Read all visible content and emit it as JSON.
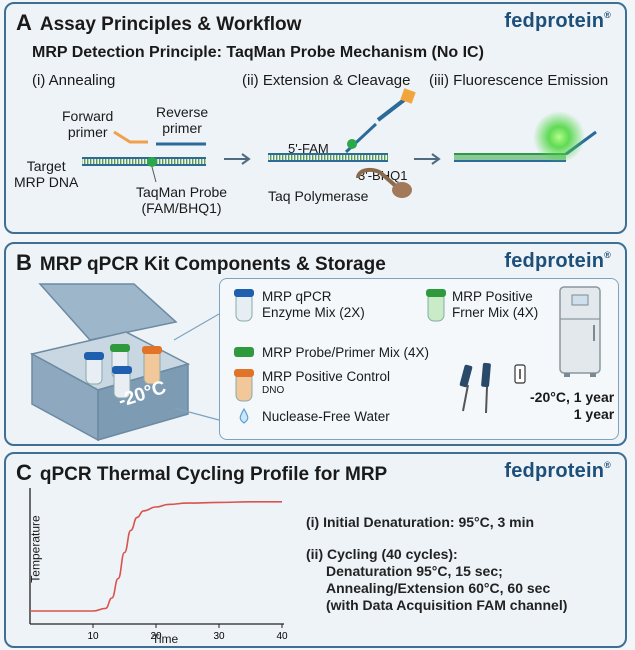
{
  "brand": "fedprotein",
  "brand_mark": "®",
  "panelA": {
    "letter": "A",
    "title": "Assay Principles & Workflow",
    "subtitle": "MRP Detection Principle: TaqMan Probe Mechanism (No IC)",
    "step1": "(i) Annealing",
    "step2": "(ii) Extension & Cleavage",
    "step3": "(iii) Fluorescence Emission",
    "forward_primer": [
      "Forward",
      "primer"
    ],
    "reverse_primer": [
      "Reverse",
      "primer"
    ],
    "target": [
      "Target",
      "MRP DNA"
    ],
    "probe": [
      "TaqMan Probe",
      "(FAM/BHQ1)"
    ],
    "fam": "5'-FAM",
    "bhq": "3'-BHQ1",
    "polymerase": "Taq Polymerase"
  },
  "panelB": {
    "letter": "B",
    "title": "MRP qPCR Kit Components & Storage",
    "cooler_temp": "-20°C",
    "items": [
      {
        "lines": [
          "MRP qPCR",
          "Enzyme Mix (2X)"
        ],
        "cap_color": "#1f5fb0"
      },
      {
        "lines": [
          "MRP Positive",
          "Frner Mix (4X)"
        ],
        "cap_color": "#2f9a3b"
      },
      {
        "lines": [
          "MRP Probe/Primer Mix (4X)"
        ],
        "cap_color": "#2f9a3b"
      },
      {
        "lines": [
          "MRP Positive Control",
          "DNO"
        ],
        "cap_color": "#e2742a"
      },
      {
        "lines": [
          "Nuclease-Free Water"
        ],
        "cap_color": "#5aa0d8"
      }
    ],
    "storage": [
      "-20°C, 1 year",
      "1 year"
    ]
  },
  "panelC": {
    "letter": "C",
    "title": "qPCR Thermal Cycling Profile for MRP",
    "steps": [
      "(i) Initial Denaturation: 95°C, 3 min",
      "(ii) Cycling (40 cycles):",
      "Denaturation 95°C, 15 sec;",
      "Annealing/Extension 60°C, 60 sec",
      "(with Data Acquisition FAM channel)"
    ]
  },
  "chart_data": {
    "type": "line",
    "title": "",
    "xlabel": "Time",
    "ylabel": "Temperature",
    "xlim": [
      0,
      40
    ],
    "xticks": [
      "10",
      "20",
      "30",
      "40"
    ],
    "series": [
      {
        "color": "#d9534f",
        "x": [
          0,
          10,
          12,
          13,
          14,
          15,
          16,
          17,
          18,
          20,
          22,
          25,
          30,
          35,
          40
        ],
        "y": [
          0.1,
          0.1,
          0.12,
          0.2,
          0.35,
          0.55,
          0.72,
          0.82,
          0.87,
          0.9,
          0.92,
          0.93,
          0.935,
          0.94,
          0.94
        ]
      }
    ]
  }
}
